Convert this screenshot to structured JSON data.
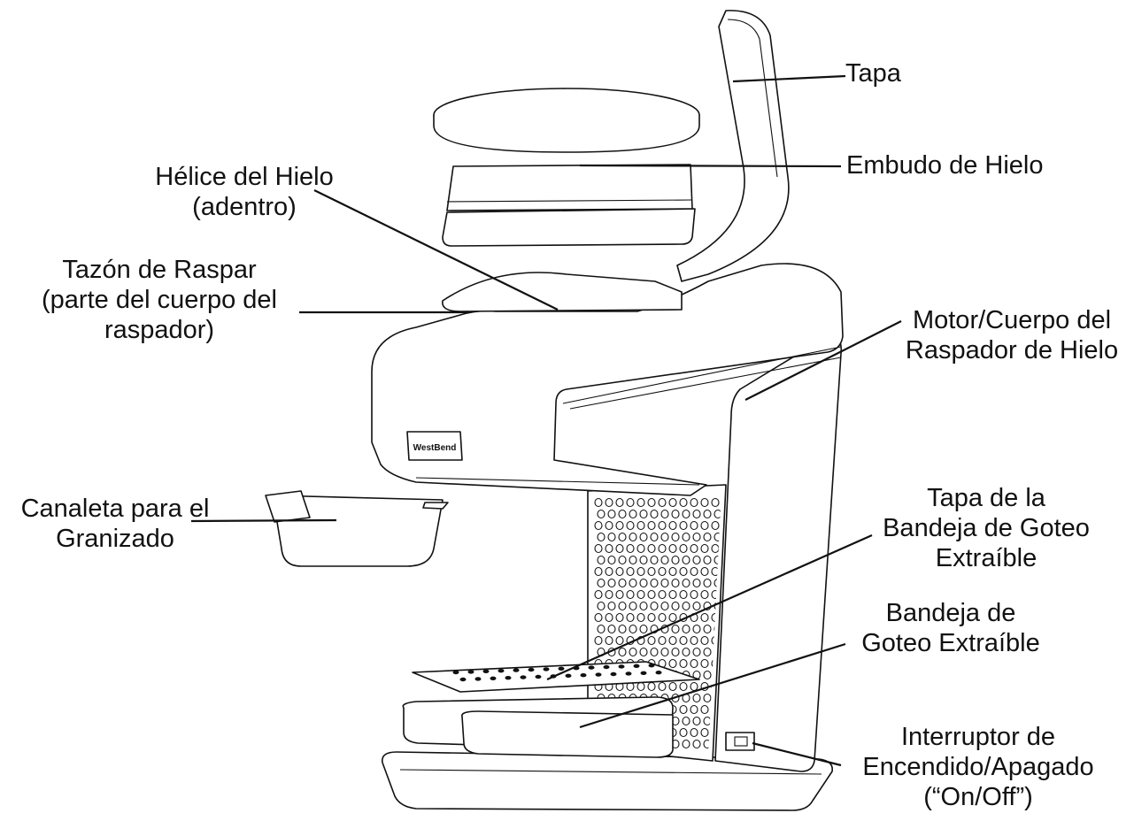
{
  "brand_badge": "WestBend",
  "labels": {
    "tapa": [
      "Tapa"
    ],
    "embudo": [
      "Embudo de Hielo"
    ],
    "helice": [
      "Hélice del Hielo",
      "(adentro)"
    ],
    "tazon": [
      "Tazón de Raspar",
      "(parte del cuerpo del",
      "raspador)"
    ],
    "motor": [
      "Motor/Cuerpo del",
      "Raspador de Hielo"
    ],
    "canaleta": [
      "Canaleta para el",
      "Granizado"
    ],
    "tapa_bandeja": [
      "Tapa de la",
      "Bandeja de Goteo",
      "Extraíble"
    ],
    "bandeja": [
      "Bandeja de",
      "Goteo Extraíble"
    ],
    "interruptor": [
      "Interruptor de",
      "Encendido/Apagado",
      "(“On/Off”)"
    ]
  }
}
